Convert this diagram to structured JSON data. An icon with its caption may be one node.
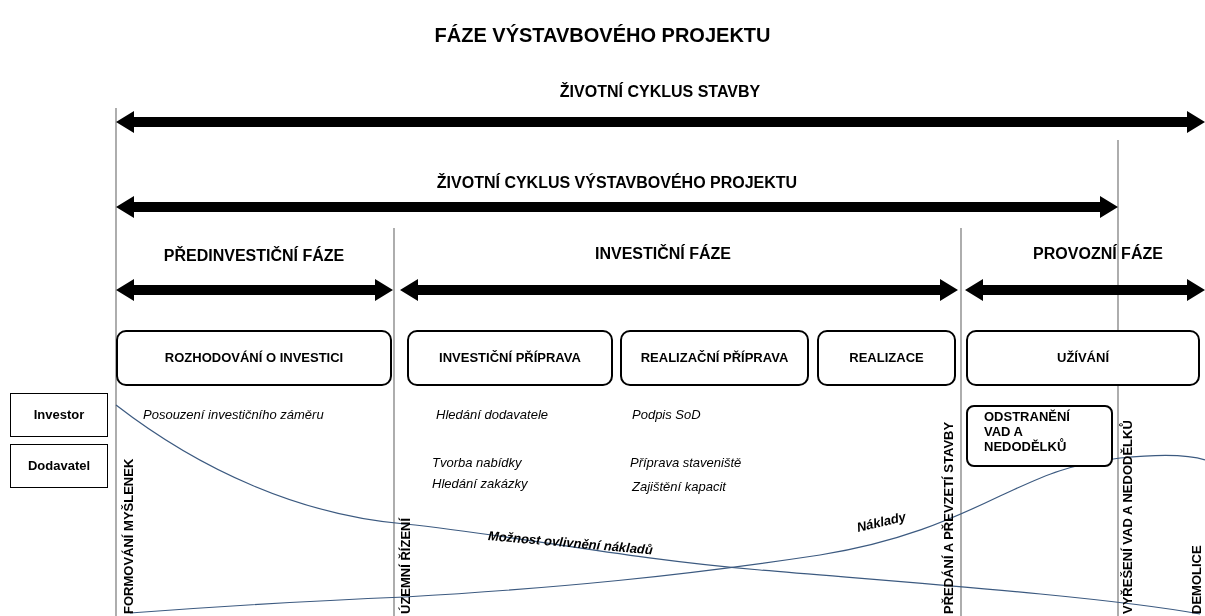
{
  "diagram": {
    "title": "FÁZE VÝSTAVBOVÉHO PROJEKTU",
    "nodes": [
      {
        "text": [
          "ROZHODOVÁNÍ O INVESTICI"
        ]
      },
      {
        "text": [
          "INVESTIČNÍ PŘÍPRAVA"
        ]
      },
      {
        "text": [
          "REALIZAČNÍ PŘÍPRAVA"
        ]
      },
      {
        "text": [
          "REALIZACE"
        ]
      },
      {
        "text": [
          "UŽÍVÁNÍ"
        ]
      },
      {
        "text": [
          "Investor"
        ]
      },
      {
        "text": [
          "Dodavatel"
        ]
      },
      {
        "text": [
          "ODSTRANĚNÍ VAD A NEDODĚLKŮ"
        ]
      }
    ],
    "labels": [
      "ŽIVOTNÍ CYKLUS STAVBY",
      "ŽIVOTNÍ CYKLUS VÝSTAVBOVÉHO PROJEKTU",
      "PŘEDINVESTIČNÍ FÁZE",
      "INVESTIČNÍ FÁZE",
      "PROVOZNÍ FÁZE",
      "Posouzení investičního záměru",
      "Hledání dodavatele",
      "Podpis SoD",
      "Tvorba nabídky",
      "Příprava staveniště",
      "Hledání zakázky",
      "Zajištění kapacit",
      "FORMOVÁNÍ MYŠLENEK",
      "ÚZEMNÍ ŘÍZENÍ",
      "Možnost ovlivnění nákladů",
      "Náklady",
      "PŘEDÁNÍ A PŘEVZETÍ STAVBY",
      "VYŘEŠENÍ VAD A NEDODĚLKŮ",
      "DEMOLICE"
    ]
  }
}
